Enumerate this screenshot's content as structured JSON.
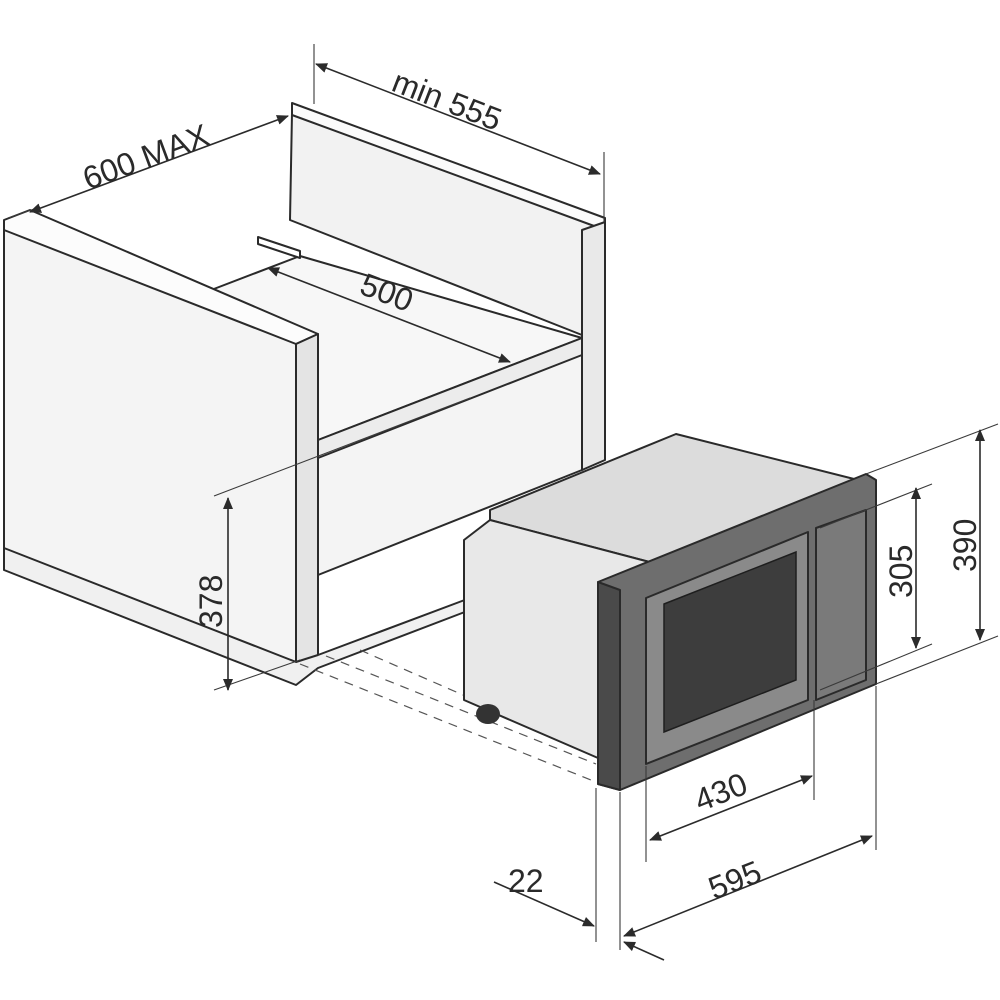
{
  "dimensions": {
    "min_width_cabinet": "min 555",
    "max_depth_cabinet": "600 MAX",
    "inner_depth": "500",
    "niche_height": "378",
    "door_height": "305",
    "total_height": "390",
    "window_width": "430",
    "total_width": "595",
    "frame_depth": "22"
  },
  "colors": {
    "board": "#f2f2f2",
    "board_edge": "#2a2a2a",
    "body_top": "#dcdcdc",
    "body_side": "#e6e6e6",
    "frame": "#6e6e6e",
    "frame_dark": "#4a4a4a",
    "door_window": "#3d3d3d",
    "control_panel": "#7a7a7a"
  }
}
